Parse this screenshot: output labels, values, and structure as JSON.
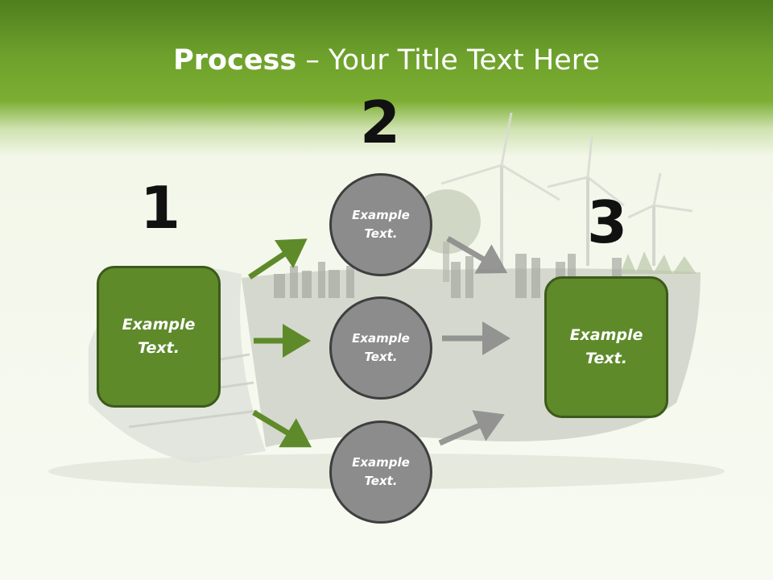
{
  "title": {
    "bold": "Process",
    "rest": " – Your Title Text Here"
  },
  "steps": {
    "one": "1",
    "two": "2",
    "three": "3"
  },
  "box_left": "Example\nText.",
  "box_right": "Example\nText.",
  "circles": [
    "Example\nText.",
    "Example\nText.",
    "Example\nText."
  ],
  "colors": {
    "header_green": "#6ea12c",
    "box_fill": "#5e8a2a",
    "circle_fill": "#8c8c8c",
    "arrow_green": "#5e8a2a",
    "arrow_gray": "#8c8c8c"
  }
}
